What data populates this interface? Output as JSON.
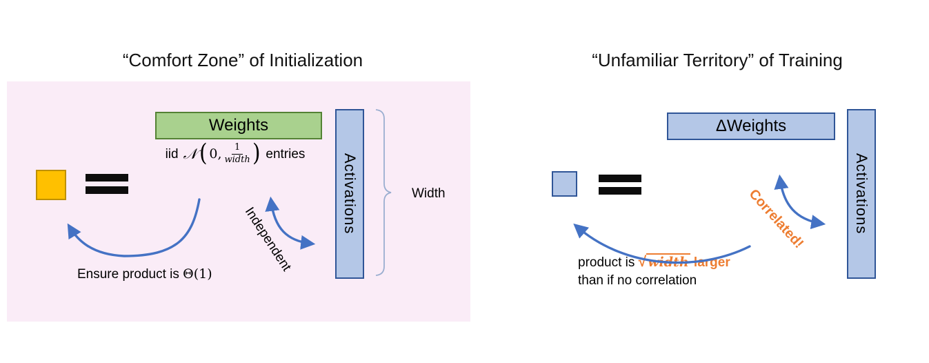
{
  "left_panel": {
    "title": "“Comfort Zone” of Initialization",
    "weights_label": "Weights",
    "entries": {
      "prefix": "iid",
      "dist": "𝒩",
      "open": "(",
      "zero": "0,",
      "frac_num": "1",
      "frac_den": "width",
      "close": ")",
      "suffix": "entries"
    },
    "activations_label": "Activations",
    "width_label": "Width",
    "independent_label": "Independent",
    "ensure_prefix": "Ensure product is ",
    "ensure_math": "Θ(1)"
  },
  "right_panel": {
    "title": "“Unfamiliar Territory” of Training",
    "delta_weights_label": "ΔWeights",
    "activations_label": "Activations",
    "correlated_label": "Correlated!",
    "product_prefix": "product is ",
    "radical": "√",
    "radicand": "width",
    "product_suffix": " larger",
    "correlation_note": "than if no correlation"
  },
  "colors": {
    "pink_bg": "#faecf7",
    "green_fill": "#a9d18e",
    "green_border": "#548235",
    "blue_fill": "#b4c7e7",
    "blue_border": "#2f5597",
    "arrow_blue": "#4472c4",
    "orange_fill": "#ffc000",
    "orange_border": "#bf9000",
    "orange_text": "#ed7d31",
    "bracket_color": "#9aaed0"
  }
}
